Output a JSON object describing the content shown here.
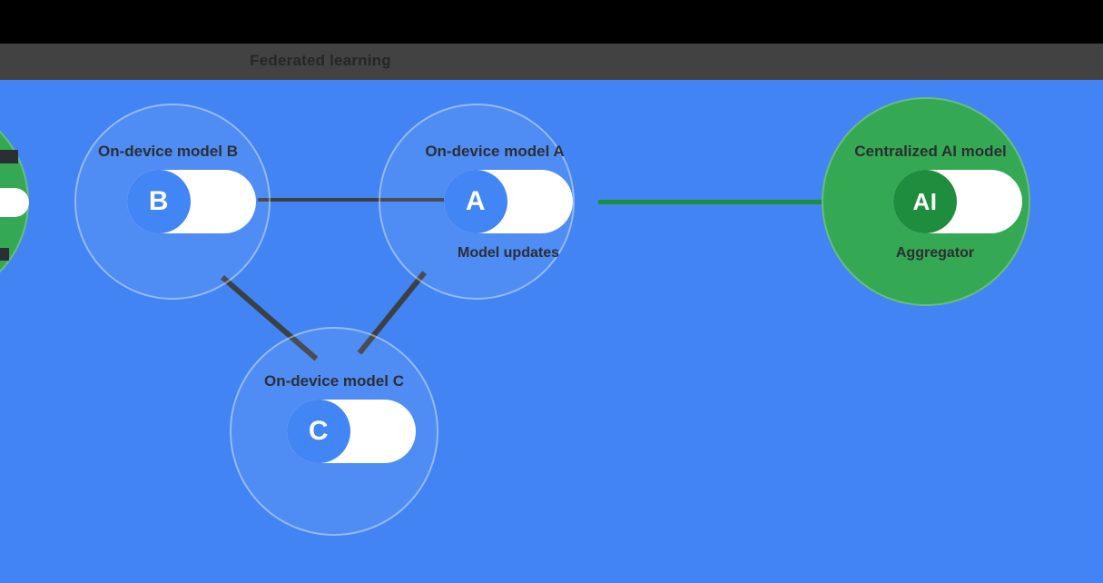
{
  "title_bar": {
    "title": "Federated learning"
  },
  "nodes": {
    "b": {
      "letter": "B",
      "label": "On-device model B"
    },
    "a": {
      "letter": "A",
      "label": "On-device model A",
      "sublabel": "Model updates"
    },
    "c": {
      "letter": "C",
      "label": "On-device model C"
    },
    "ai": {
      "letter": "AI",
      "label": "Centralized AI model",
      "sublabel": "Aggregator"
    }
  },
  "connectors": {
    "b_to_a": "dark line between B and A",
    "b_to_c": "dark line between B and C",
    "a_to_c": "dark line between A and C",
    "a_to_ai": "green line between A and AI"
  },
  "colors": {
    "background_blue": "#4284F4",
    "node_badge_blue": "#4285F4",
    "ai_circle_green": "#34A853",
    "ai_badge_green": "#1E8E3E",
    "connector_dark": "#3C4043",
    "connector_green": "#1E8E3E",
    "title_bar_gray": "#424242",
    "top_bar_black": "#000000",
    "label_dark": "#2B2F33"
  }
}
